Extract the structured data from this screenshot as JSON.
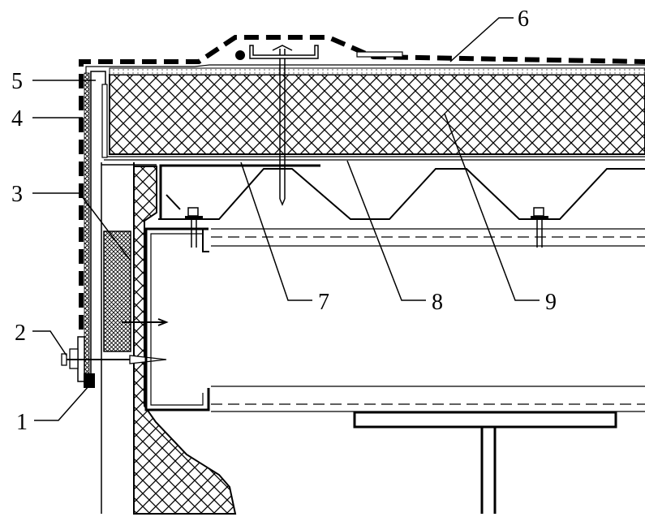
{
  "diagram": {
    "labels": [
      {
        "id": "label-1",
        "text": "1"
      },
      {
        "id": "label-2",
        "text": "2"
      },
      {
        "id": "label-3",
        "text": "3"
      },
      {
        "id": "label-4",
        "text": "4"
      },
      {
        "id": "label-5",
        "text": "5"
      },
      {
        "id": "label-6",
        "text": "6"
      },
      {
        "id": "label-7",
        "text": "7"
      },
      {
        "id": "label-8",
        "text": "8"
      },
      {
        "id": "label-9",
        "text": "9"
      }
    ]
  },
  "colors": {
    "ink": "#000000",
    "paper": "#ffffff"
  }
}
